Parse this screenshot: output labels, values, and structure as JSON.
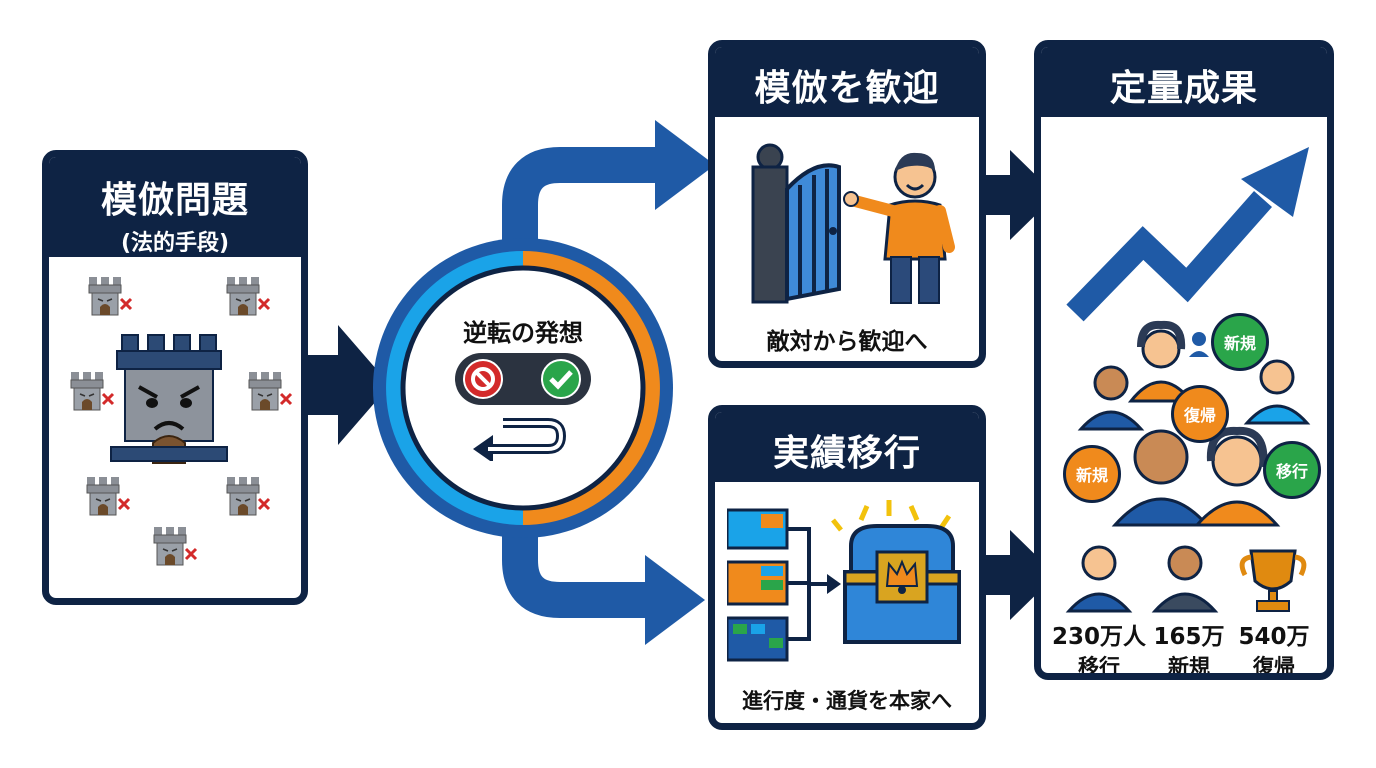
{
  "problem": {
    "title": "模倣問題",
    "subtitle": "(法的手段)"
  },
  "pivot": {
    "title": "逆転の発想"
  },
  "welcome": {
    "title": "模倣を歓迎",
    "caption": "敵対から歓迎へ"
  },
  "migration": {
    "title": "実績移行",
    "caption": "進行度・通貨を本家へ"
  },
  "results": {
    "title": "定量成果",
    "bubbles": [
      "新規",
      "復帰",
      "新規",
      "移行"
    ],
    "stats": [
      {
        "value": "230万人",
        "label": "移行"
      },
      {
        "value": "165万",
        "label": "新規"
      },
      {
        "value": "540万",
        "label": "復帰"
      }
    ]
  },
  "colors": {
    "navy": "#0e2344",
    "blue": "#1f5aa6",
    "light_blue": "#1aa3e8",
    "orange": "#f08a1c",
    "green": "#2aa54a",
    "red": "#d32a2a"
  }
}
